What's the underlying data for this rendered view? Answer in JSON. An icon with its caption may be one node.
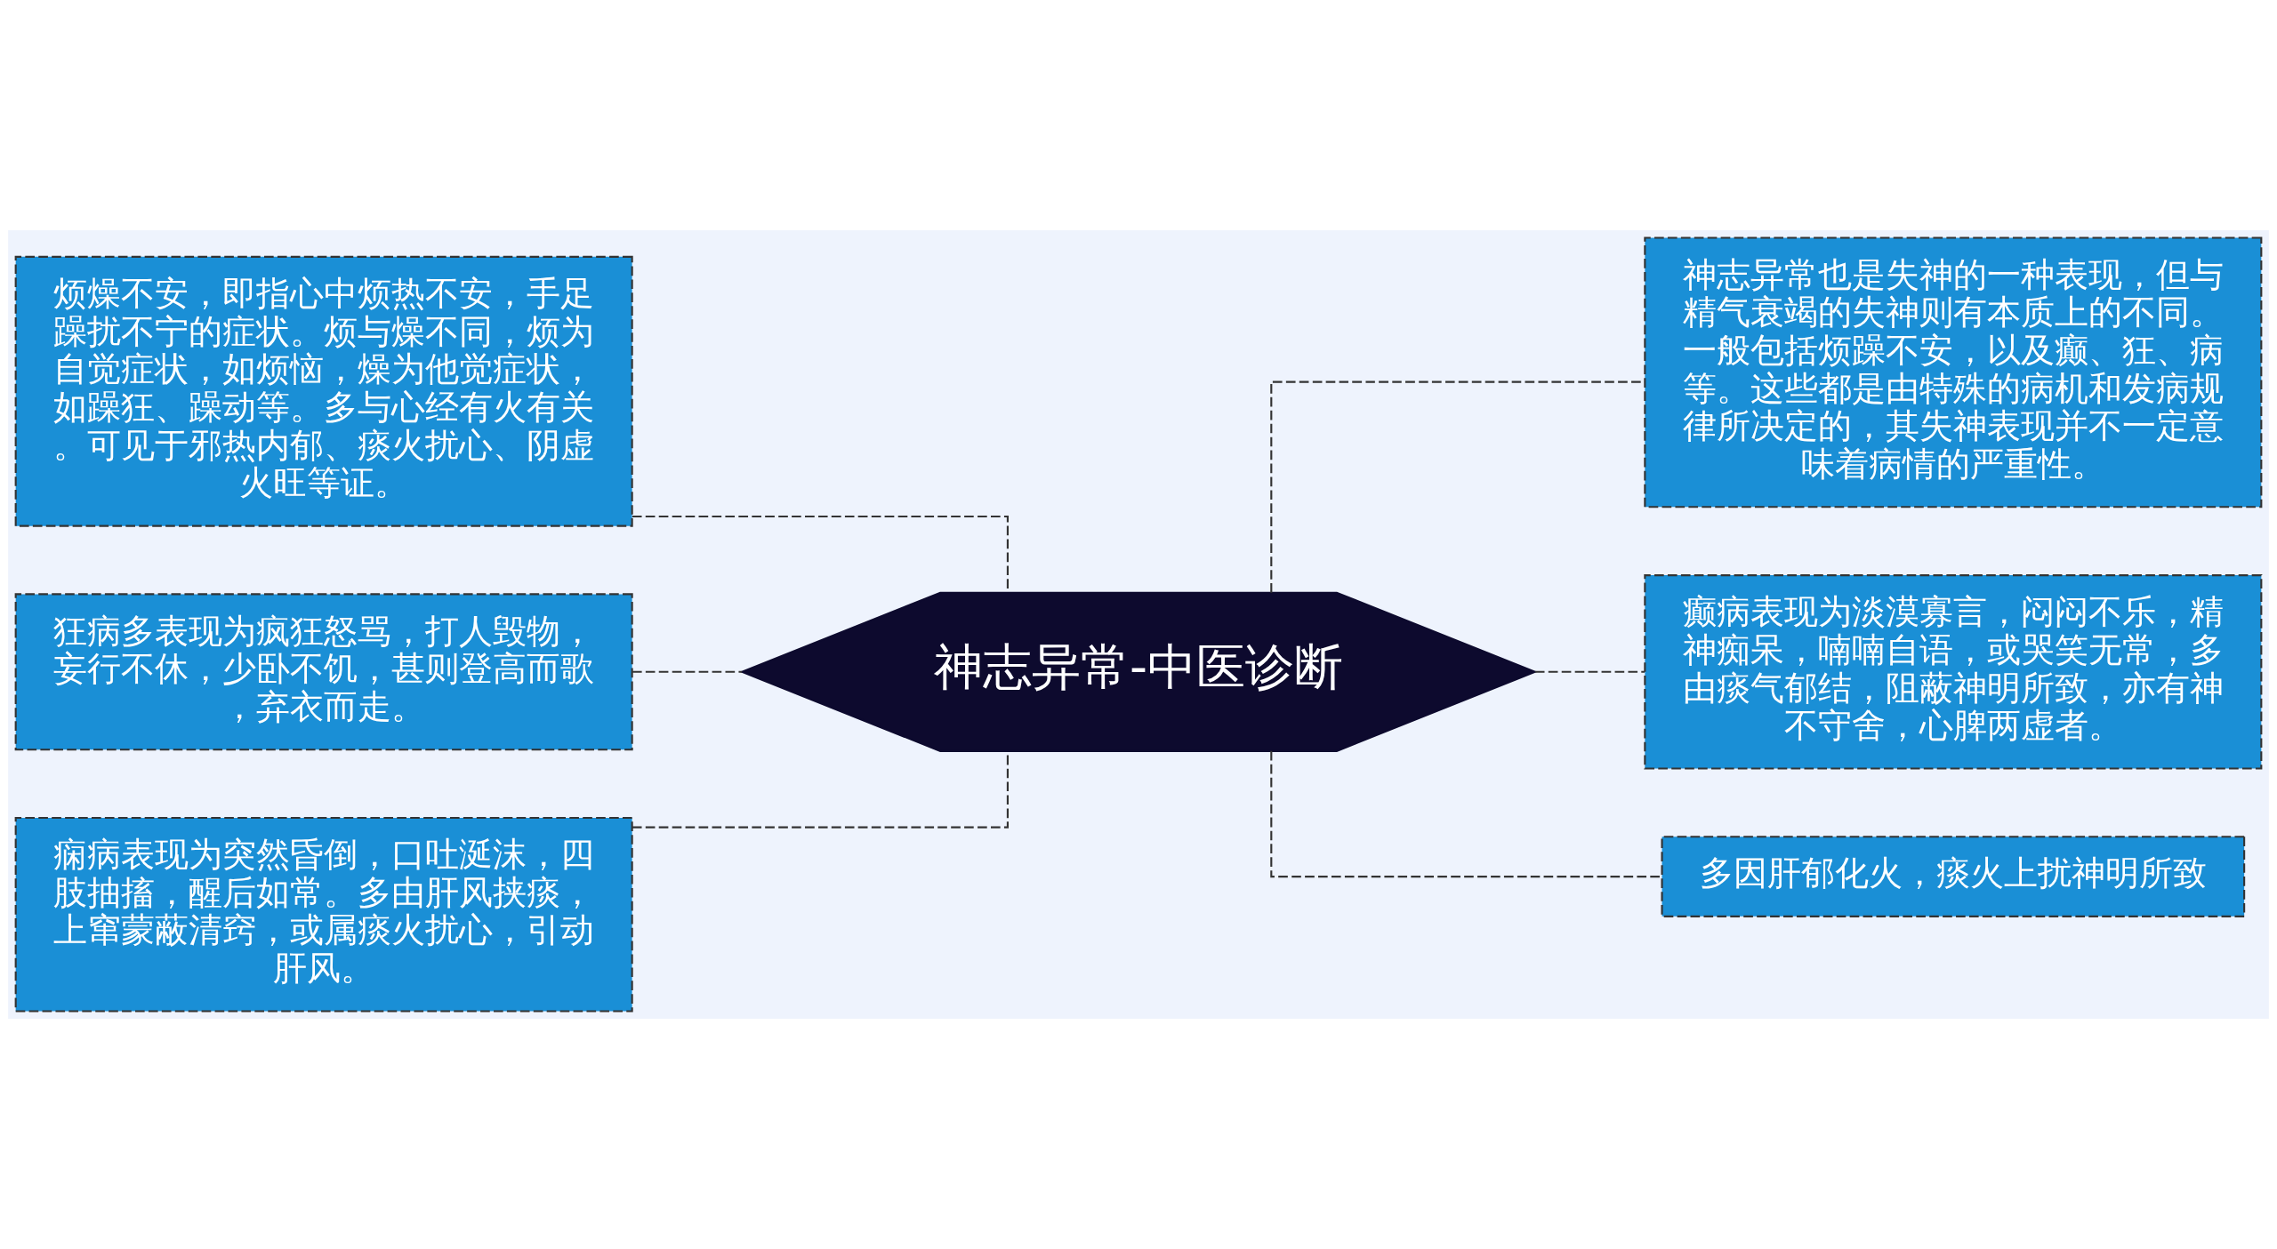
{
  "diagram": {
    "nodes": [
      {
        "text": [
          "神志异常-中医诊断"
        ]
      },
      {
        "text": [
          "烦燥不安，即指心中烦热不安，手足躁扰不宁的症状。烦与燥不同，烦为自觉症状，如烦恼，燥为他觉症状，如躁狂、躁动等。多与心经有火有关。可见于邪热内郁、痰火扰心、阴虚火旺等证。"
        ]
      },
      {
        "text": [
          "狂病多表现为疯狂怒骂，打人毁物，妄行不休，少卧不饥，甚则登高而歌，弃衣而走。"
        ]
      },
      {
        "text": [
          "痫病表现为突然昏倒，口吐涎沫，四肢抽搐，醒后如常。多由肝风挟痰，上窜蒙蔽清窍，或属痰火扰心，引动肝风。"
        ]
      },
      {
        "text": [
          "神志异常也是失神的一种表现，但与精气衰竭的失神则有本质上的不同。一般包括烦躁不安，以及癫、狂、病等。这些都是由特殊的病机和发病规律所决定的，其失神表现并不一定意味着病情的严重性。"
        ]
      },
      {
        "text": [
          "癫病表现为淡漠寡言，闷闷不乐，精神痴呆，喃喃自语，或哭笑无常，多由痰气郁结，阻蔽神明所致，亦有神不守舍，心脾两虚者。"
        ]
      },
      {
        "text": [
          "多因肝郁化火，痰火上扰神明所致"
        ]
      }
    ],
    "edges": [
      {
        "from": 0,
        "to": 1,
        "arrow": "none",
        "style": "dashed"
      },
      {
        "from": 0,
        "to": 2,
        "arrow": "none",
        "style": "dashed"
      },
      {
        "from": 0,
        "to": 3,
        "arrow": "none",
        "style": "dashed"
      },
      {
        "from": 0,
        "to": 4,
        "arrow": "none",
        "style": "dashed"
      },
      {
        "from": 0,
        "to": 5,
        "arrow": "none",
        "style": "dashed"
      },
      {
        "from": 0,
        "to": 6,
        "arrow": "none",
        "style": "dashed"
      }
    ]
  }
}
